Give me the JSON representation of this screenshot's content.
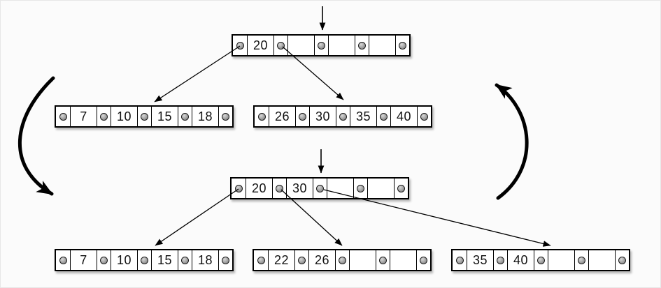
{
  "colors": {
    "background": "#fbfbfb",
    "node_fill": "#ffffff",
    "line": "#000000",
    "dot_fill": "#979797"
  },
  "icons": {
    "pointer_dot": "filled-circle-icon",
    "insertion_cursor": "down-arrow-icon",
    "cycle_left": "curved-arrow-counterclockwise-icon",
    "cycle_right": "curved-arrow-clockwise-icon",
    "child_link": "diagonal-arrow-icon"
  },
  "top_tree": {
    "root": {
      "keys": [
        "20",
        "",
        "",
        ""
      ]
    },
    "leaves": [
      {
        "keys": [
          "7",
          "10",
          "15",
          "18"
        ]
      },
      {
        "keys": [
          "26",
          "30",
          "35",
          "40"
        ]
      }
    ]
  },
  "bottom_tree": {
    "root": {
      "keys": [
        "20",
        "30",
        "",
        ""
      ]
    },
    "leaves": [
      {
        "keys": [
          "7",
          "10",
          "15",
          "18"
        ]
      },
      {
        "keys": [
          "22",
          "26",
          "",
          ""
        ]
      },
      {
        "keys": [
          "35",
          "40",
          "",
          ""
        ]
      }
    ]
  }
}
